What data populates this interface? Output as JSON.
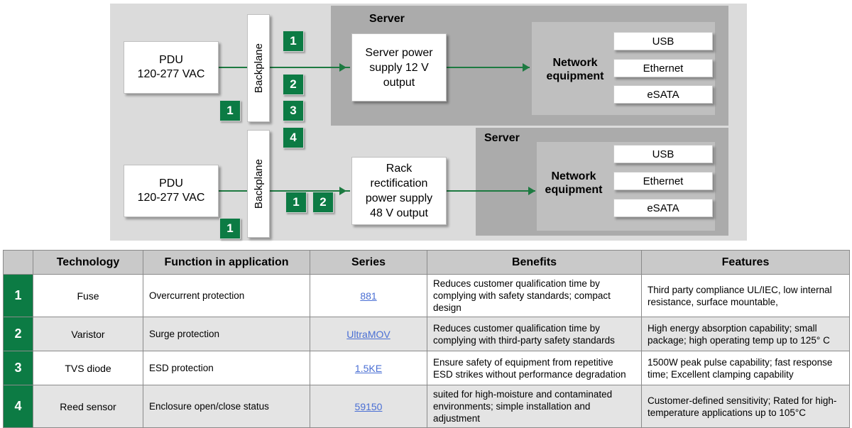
{
  "diagram": {
    "rows": [
      {
        "pdu": "PDU\n120-277 VAC",
        "pdu_line1": "PDU",
        "pdu_line2": "120-277 VAC",
        "backplane_label": "Backplane",
        "server_label": "Server",
        "psu_line1": "Server power",
        "psu_line2": "supply 12 V",
        "psu_line3": "output",
        "network_label_line1": "Network",
        "network_label_line2": "equipment",
        "ports": [
          "USB",
          "Ethernet",
          "eSATA"
        ]
      },
      {
        "pdu_line1": "PDU",
        "pdu_line2": "120-277 VAC",
        "backplane_label": "Backplane",
        "server_label": "Server",
        "psu_line1": "Rack",
        "psu_line2": "rectification",
        "psu_line3": "power supply",
        "psu_line4": "48 V output",
        "network_label_line1": "Network",
        "network_label_line2": "equipment",
        "ports": [
          "USB",
          "Ethernet",
          "eSATA"
        ]
      }
    ],
    "badges": {
      "backplane_top_1": "1",
      "backplane_stack_2": "2",
      "backplane_stack_3": "3",
      "backplane_stack_4": "4",
      "pdu_top_1": "1",
      "pdu_bottom_1": "1",
      "rack_1": "1",
      "rack_2": "2"
    },
    "colors": {
      "accent_green": "#0C7B44",
      "line_green": "#1D7A41",
      "panel_bg": "#DBDBDB",
      "server_bg": "#ABABAB",
      "network_bg": "#BFBFBF"
    }
  },
  "table": {
    "headers": [
      "",
      "Technology",
      "Function in application",
      "Series",
      "Benefits",
      "Features"
    ],
    "rows": [
      {
        "num": "1",
        "technology": "Fuse",
        "function": "Overcurrent protection",
        "series": "881",
        "benefits": "Reduces customer qualification time by complying with safety standards; compact design",
        "features": "Third party compliance UL/IEC, low internal resistance, surface mountable,"
      },
      {
        "num": "2",
        "technology": "Varistor",
        "function": "Surge protection",
        "series": "UltraMOV",
        "benefits": "Reduces customer qualification time by complying with third-party safety standards",
        "features": "High energy absorption capability; small package; high operating temp up to 125° C"
      },
      {
        "num": "3",
        "technology": "TVS diode",
        "function": "ESD protection",
        "series": "1.5KE",
        "benefits": "Ensure safety of equipment from repetitive ESD strikes  without performance degradation",
        "features": "1500W peak pulse capability; fast response time; Excellent clamping capability"
      },
      {
        "num": "4",
        "technology": "Reed sensor",
        "function": "Enclosure open/close status",
        "series": "59150",
        "benefits": "suited for high-moisture and contaminated environments; simple installation and adjustment",
        "features": "Customer-defined sensitivity; Rated for high-temperature applications up to 105°C"
      }
    ],
    "link_color": "#4A6FD4"
  }
}
